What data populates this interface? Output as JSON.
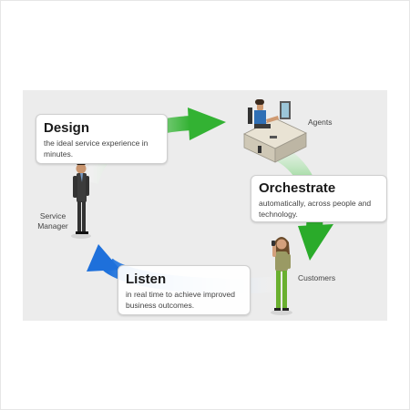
{
  "steps": {
    "design": {
      "title": "Design",
      "desc": "the ideal service experience in minutes."
    },
    "orchestrate": {
      "title": "Orchestrate",
      "desc": "automatically, across people and technology."
    },
    "listen": {
      "title": "Listen",
      "desc": "in real time to achieve improved business outcomes."
    }
  },
  "roles": {
    "agents": "Agents",
    "customers": "Customers",
    "service_manager": "Service Manager"
  },
  "colors": {
    "arrow_green": "#3cb43c",
    "arrow_blue": "#2b7de3",
    "panel_bg": "#ececec"
  }
}
